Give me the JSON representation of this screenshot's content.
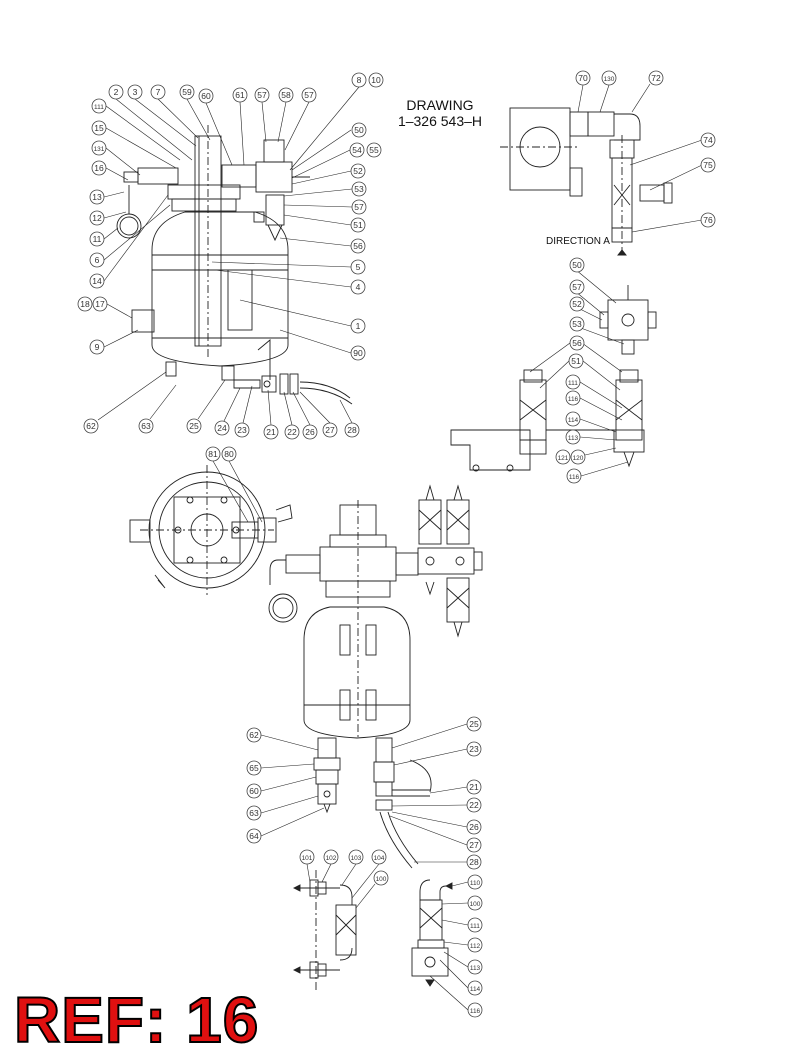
{
  "drawing": {
    "title_line1": "DRAWING",
    "title_line2": "1–326 543–H",
    "direction_label": "DIRECTION A"
  },
  "ref_label": "REF: 16",
  "balloons": [
    [
      "2",
      116,
      92
    ],
    [
      "3",
      135,
      92
    ],
    [
      "7",
      158,
      92
    ],
    [
      "59",
      187,
      92
    ],
    [
      "60",
      206,
      96
    ],
    [
      "61",
      240,
      95
    ],
    [
      "57",
      262,
      95
    ],
    [
      "58",
      286,
      95
    ],
    [
      "57",
      309,
      95
    ],
    [
      "8",
      359,
      80
    ],
    [
      "10",
      376,
      80
    ],
    [
      "111",
      99,
      106
    ],
    [
      "15",
      99,
      128
    ],
    [
      "131",
      99,
      148
    ],
    [
      "16",
      99,
      168
    ],
    [
      "13",
      97,
      197
    ],
    [
      "12",
      97,
      218
    ],
    [
      "11",
      97,
      239
    ],
    [
      "6",
      97,
      260
    ],
    [
      "14",
      97,
      281
    ],
    [
      "18",
      85,
      304
    ],
    [
      "17",
      100,
      304
    ],
    [
      "9",
      97,
      347
    ],
    [
      "50",
      359,
      130
    ],
    [
      "54",
      357,
      150
    ],
    [
      "55",
      374,
      150
    ],
    [
      "52",
      358,
      171
    ],
    [
      "53",
      359,
      189
    ],
    [
      "57",
      359,
      207
    ],
    [
      "51",
      358,
      225
    ],
    [
      "56",
      358,
      246
    ],
    [
      "5",
      358,
      267
    ],
    [
      "4",
      358,
      287
    ],
    [
      "1",
      358,
      326
    ],
    [
      "90",
      358,
      353
    ],
    [
      "62",
      91,
      426
    ],
    [
      "63",
      146,
      426
    ],
    [
      "25",
      194,
      426
    ],
    [
      "24",
      222,
      428
    ],
    [
      "23",
      242,
      430
    ],
    [
      "21",
      271,
      432
    ],
    [
      "22",
      292,
      432
    ],
    [
      "26",
      310,
      432
    ],
    [
      "27",
      330,
      430
    ],
    [
      "28",
      352,
      430
    ],
    [
      "70",
      583,
      78
    ],
    [
      "130",
      609,
      78
    ],
    [
      "72",
      656,
      78
    ],
    [
      "74",
      708,
      140
    ],
    [
      "75",
      708,
      165
    ],
    [
      "76",
      708,
      220
    ],
    [
      "50",
      577,
      265
    ],
    [
      "57",
      577,
      287
    ],
    [
      "52",
      577,
      304
    ],
    [
      "53",
      577,
      324
    ],
    [
      "56",
      577,
      343
    ],
    [
      "51",
      576,
      361
    ],
    [
      "111",
      573,
      382
    ],
    [
      "116",
      573,
      398
    ],
    [
      "114",
      573,
      419
    ],
    [
      "113",
      573,
      437
    ],
    [
      "121",
      563,
      457
    ],
    [
      "120",
      578,
      457
    ],
    [
      "116",
      574,
      476
    ],
    [
      "81",
      213,
      454
    ],
    [
      "80",
      229,
      454
    ],
    [
      "25",
      474,
      724
    ],
    [
      "23",
      474,
      749
    ],
    [
      "21",
      474,
      787
    ],
    [
      "22",
      474,
      805
    ],
    [
      "26",
      474,
      827
    ],
    [
      "27",
      474,
      845
    ],
    [
      "28",
      474,
      862
    ],
    [
      "62",
      254,
      735
    ],
    [
      "65",
      254,
      768
    ],
    [
      "60",
      254,
      791
    ],
    [
      "63",
      254,
      813
    ],
    [
      "64",
      254,
      836
    ],
    [
      "101",
      307,
      857
    ],
    [
      "102",
      331,
      857
    ],
    [
      "103",
      356,
      857
    ],
    [
      "104",
      379,
      857
    ],
    [
      "100",
      381,
      878
    ],
    [
      "110",
      475,
      882
    ],
    [
      "100",
      475,
      903
    ],
    [
      "111",
      475,
      925
    ],
    [
      "112",
      475,
      945
    ],
    [
      "113",
      475,
      967
    ],
    [
      "114",
      475,
      988
    ],
    [
      "116",
      475,
      1010
    ]
  ]
}
